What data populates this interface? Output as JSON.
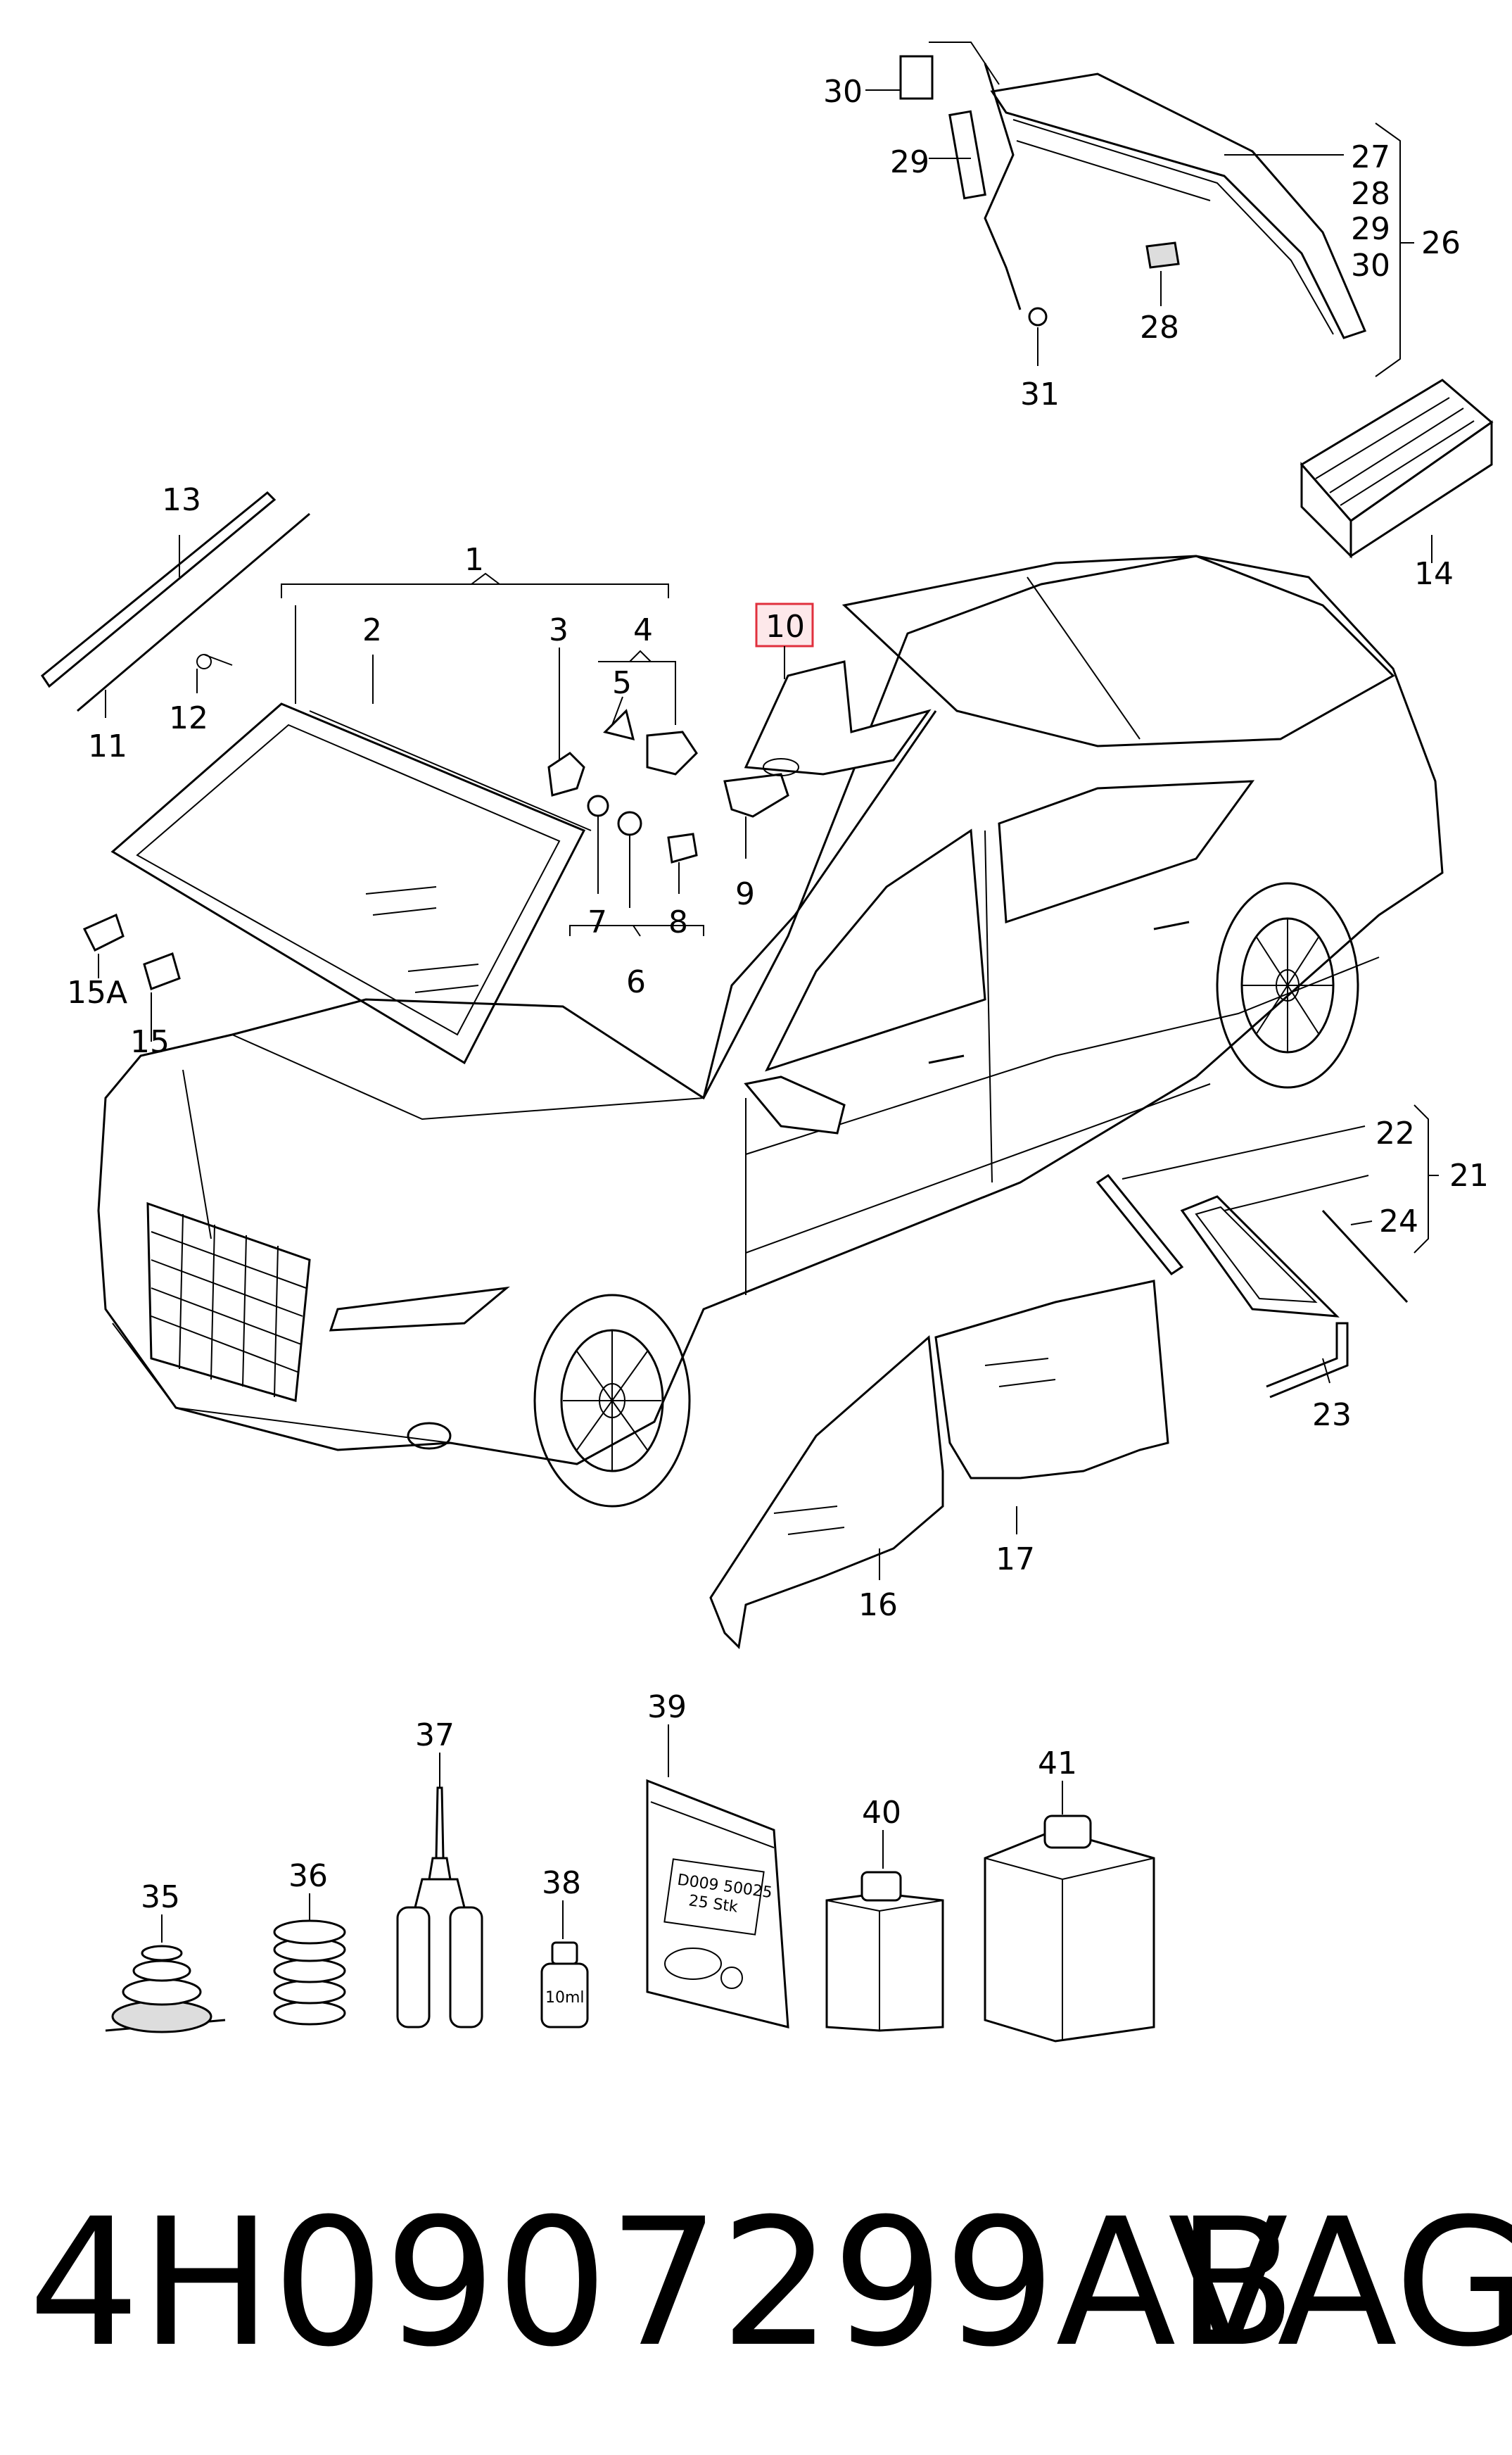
{
  "callouts": {
    "c1": "1",
    "c2": "2",
    "c3": "3",
    "c4": "4",
    "c5": "5",
    "c6": "6",
    "c7": "7",
    "c8": "8",
    "c9": "9",
    "c10": "10",
    "c11": "11",
    "c12": "12",
    "c13": "13",
    "c14": "14",
    "c15": "15",
    "c15a": "15A",
    "c16": "16",
    "c17": "17",
    "c21": "21",
    "c22": "22",
    "c23": "23",
    "c24": "24",
    "c26": "26",
    "c27": "27",
    "c28a": "28",
    "c29a": "29",
    "c30a": "30",
    "c28": "28",
    "c29": "29",
    "c30": "30",
    "c31": "31",
    "c35": "35",
    "c36": "36",
    "c37": "37",
    "c38": "38",
    "c39": "39",
    "c40": "40",
    "c41": "41"
  },
  "product_labels": {
    "bag_line1": "D009 50025",
    "bag_line2": "25 Stk",
    "bottle_volume": "10ml"
  },
  "part_number": "4H0907299AB",
  "brand": "VAG",
  "highlight_color": "#e0303d"
}
